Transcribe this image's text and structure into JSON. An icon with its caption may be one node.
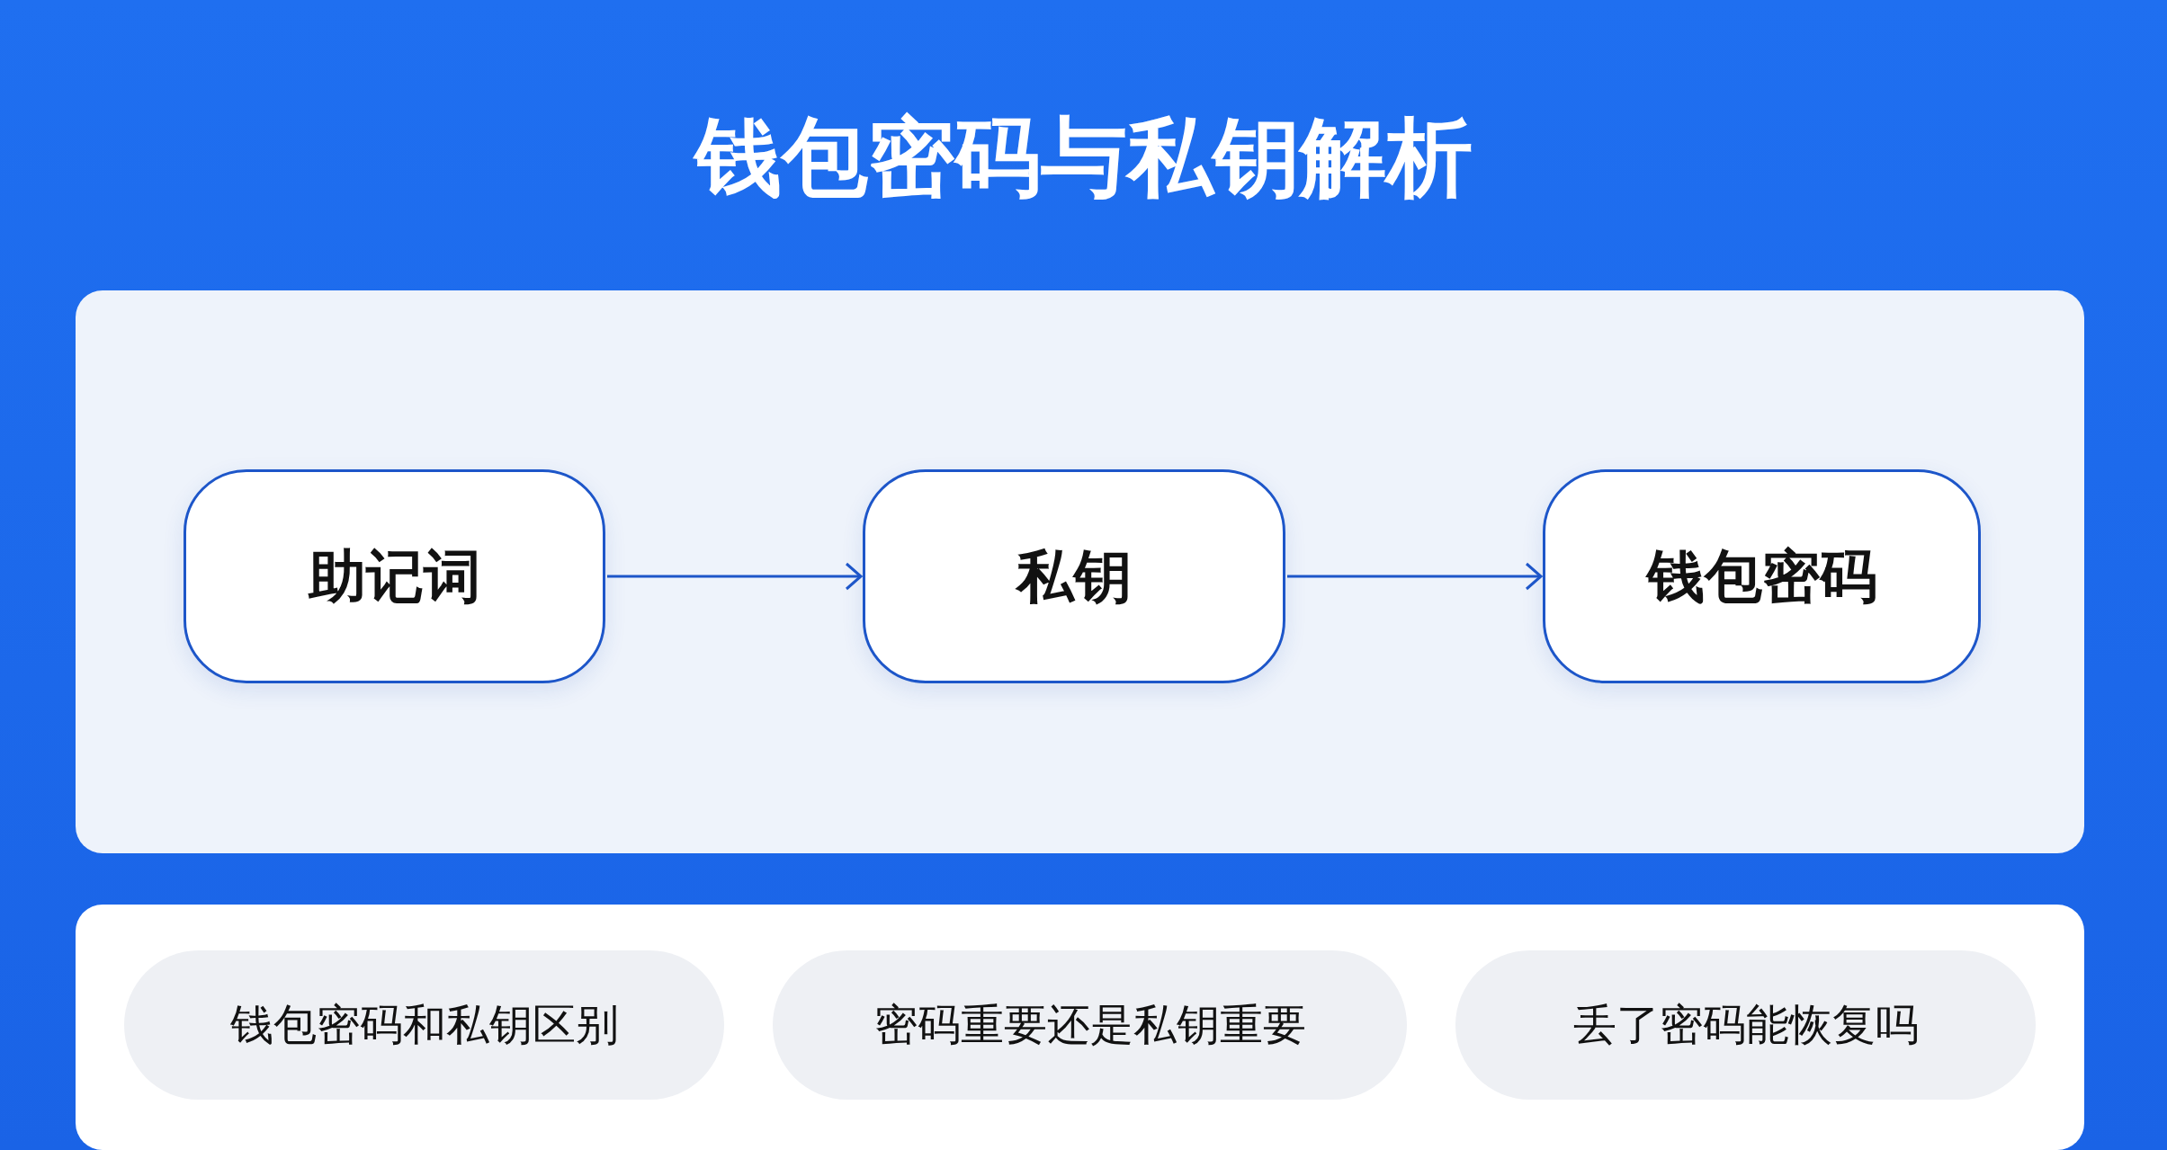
{
  "diagram": {
    "title": "钱包密码与私钥解析",
    "nodes": [
      {
        "text": [],
        "shape": "box"
      },
      {
        "text": [
          "助记词"
        ],
        "in": 0
      },
      {
        "text": [
          "私钥"
        ],
        "in": 0
      },
      {
        "text": [
          "钱包密码"
        ],
        "in": 0
      },
      {
        "text": [],
        "shape": "box"
      },
      {
        "text": [
          "钱包密码和私钥区别"
        ],
        "in": 4
      },
      {
        "text": [
          "密码重要还是私钥重要"
        ],
        "in": 4
      },
      {
        "text": [
          "丢了密码能恢复吗"
        ],
        "in": 4
      }
    ],
    "edges": [
      {
        "from": 1,
        "to": 2,
        "arrow": "to"
      },
      {
        "from": 2,
        "to": 3,
        "arrow": "to"
      }
    ]
  }
}
